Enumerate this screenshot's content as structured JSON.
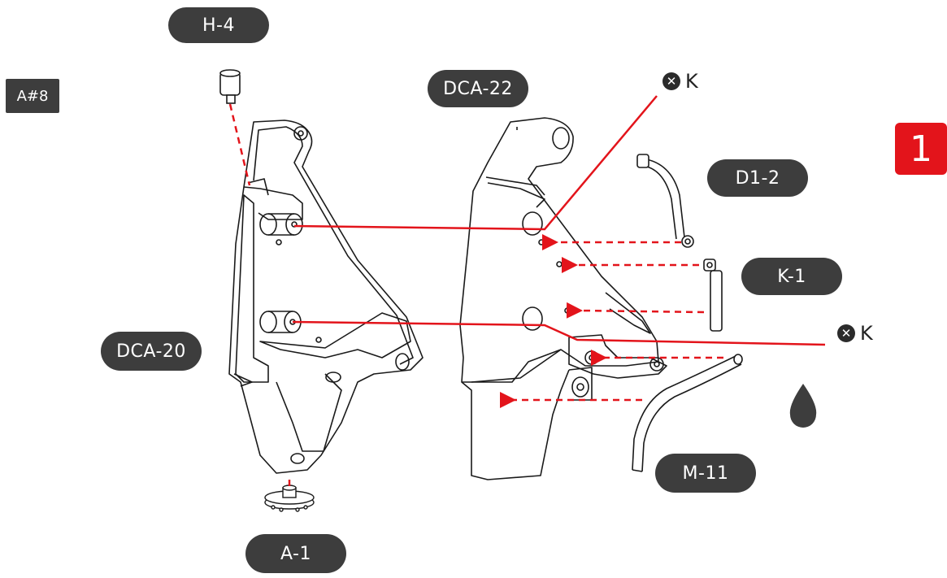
{
  "step": {
    "number": "1"
  },
  "assembly_tag": "A#8",
  "part_labels": {
    "h4": "H-4",
    "dca22": "DCA-22",
    "d12": "D1-2",
    "k1": "K-1",
    "dca20": "DCA-20",
    "m11": "M-11",
    "a1": "A-1"
  },
  "markers": {
    "k_top": {
      "symbol": "✕",
      "label": "K"
    },
    "k_right": {
      "symbol": "✕",
      "label": "K"
    }
  },
  "icons": {
    "remove": "x-circle-icon",
    "lubricant": "oil-drop-icon"
  },
  "colors": {
    "accent": "#e3141b",
    "label_bg": "#3d3d3d",
    "line": "#1a1a1a"
  }
}
